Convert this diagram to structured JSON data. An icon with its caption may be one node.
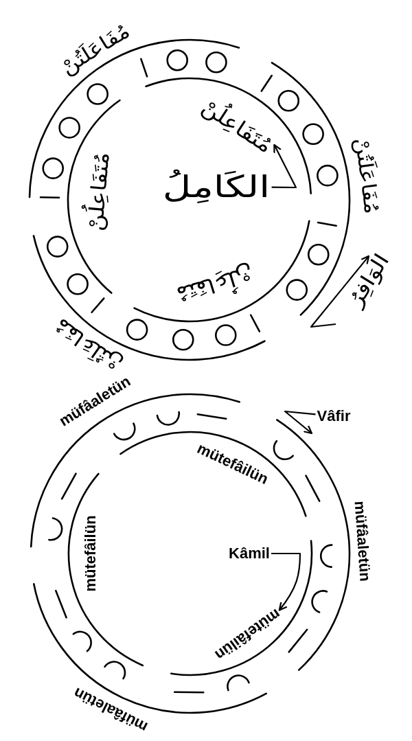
{
  "diagram": {
    "nodes": [
      {
        "text": [
          "مُتَفَاعِلُنْ"
        ]
      },
      {
        "text": [
          "الكَامِلُ"
        ]
      },
      {
        "text": [
          "الوَافِرُ"
        ]
      },
      {
        "text": [
          "Vâfir"
        ]
      },
      {
        "text": [
          "Kâmil"
        ]
      },
      {
        "text": [
          "mütefâilün"
        ]
      }
    ],
    "edges": [
      {
        "from": 1,
        "to": 0,
        "arrow": "to"
      },
      {
        "from": null,
        "to": 2,
        "arrow": "to"
      },
      {
        "from": 3,
        "to": null,
        "arrow": "to"
      },
      {
        "from": 4,
        "to": 5,
        "arrow": "to"
      }
    ],
    "labels": [
      "مُفَاعَلَتُنْ",
      "مُفَاعَلَتُنْ",
      "مُتَفَاعِلُنْ",
      "مُتَفَاعِلُنْ",
      "مُفَاعَلَتُنْ",
      "müfâaletün",
      "mütefâilün",
      "müfâaletün",
      "mütefâilün",
      "müfâaletün"
    ]
  }
}
